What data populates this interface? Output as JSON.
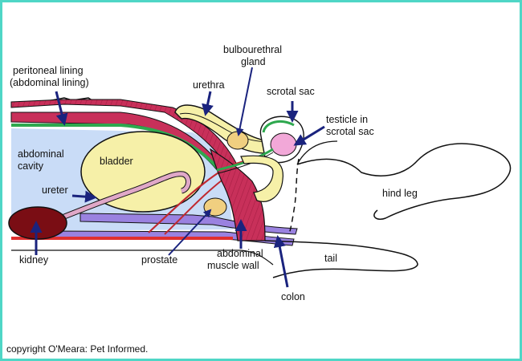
{
  "labels": {
    "peritoneal_1": "peritoneal lining",
    "peritoneal_2": "(abdominal lining)",
    "bulbourethral_1": "bulbourethral",
    "bulbourethral_2": "gland",
    "urethra": "urethra",
    "scrotal_sac": "scrotal sac",
    "testicle_1": "testicle in",
    "testicle_2": "scrotal sac",
    "abdominal_cavity_1": "abdominal",
    "abdominal_cavity_2": "cavity",
    "bladder": "bladder",
    "ureter": "ureter",
    "hind_leg": "hind leg",
    "kidney": "kidney",
    "prostate": "prostate",
    "abdominal_wall_1": "abdominal",
    "abdominal_wall_2": "muscle wall",
    "tail": "tail",
    "colon": "colon"
  },
  "caption": "copyright O'Meara: Pet Informed.",
  "colors": {
    "frame": "#4fd6c6",
    "muscle": "#c8305a",
    "peritoneum": "#2ea84e",
    "cavity": "#c9dcf7",
    "bladder": "#f6f0a8",
    "ureter": "#e0a8c8",
    "kidney": "#7a0d14",
    "colon": "#9a82e0",
    "red_line": "#e03030",
    "arrow": "#1a237e",
    "gland": "#f0cf80",
    "testicle": "#f2a8d8"
  }
}
